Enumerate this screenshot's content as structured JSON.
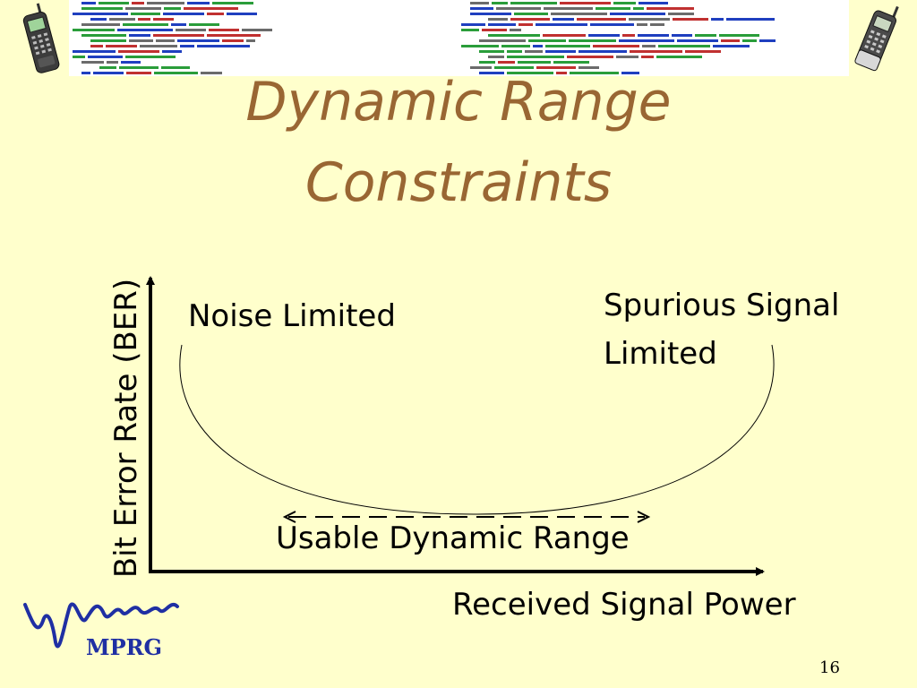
{
  "slide": {
    "title_line1": "Dynamic Range",
    "title_line2": "Constraints",
    "page_number": "16",
    "logo_text": "MPRG"
  },
  "diagram": {
    "y_axis_label": "Bit Error Rate (BER)",
    "x_axis_label": "Received Signal Power",
    "left_region_label": "Noise Limited",
    "right_region_label_line1": "Spurious Signal",
    "right_region_label_line2": "Limited",
    "range_label": "Usable Dynamic Range"
  },
  "colors": {
    "background": "#ffffcc",
    "title": "#996633",
    "logo": "#1f2fa3"
  },
  "decorations": {
    "left_icon": "cell-phone-icon",
    "right_icon": "cell-phone-icon"
  }
}
